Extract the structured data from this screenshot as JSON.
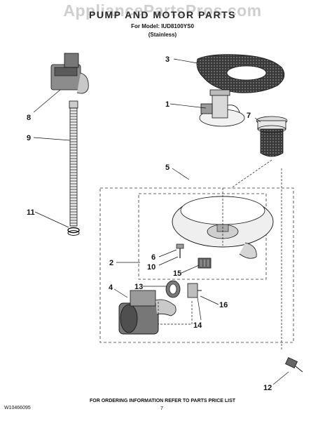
{
  "header": {
    "watermark": "AppliancePartsPros.com",
    "title": "PUMP AND MOTOR PARTS",
    "model_line": "For Model: IUD8100YS0",
    "finish": "(Stainless)"
  },
  "callouts": [
    "1",
    "2",
    "3",
    "4",
    "5",
    "6",
    "7",
    "8",
    "9",
    "10",
    "11",
    "12",
    "13",
    "14",
    "15",
    "16"
  ],
  "footer": {
    "doc_number": "W10466095",
    "ordering_note": "FOR ORDERING INFORMATION REFER TO PARTS PRICE LIST",
    "page": "7"
  }
}
